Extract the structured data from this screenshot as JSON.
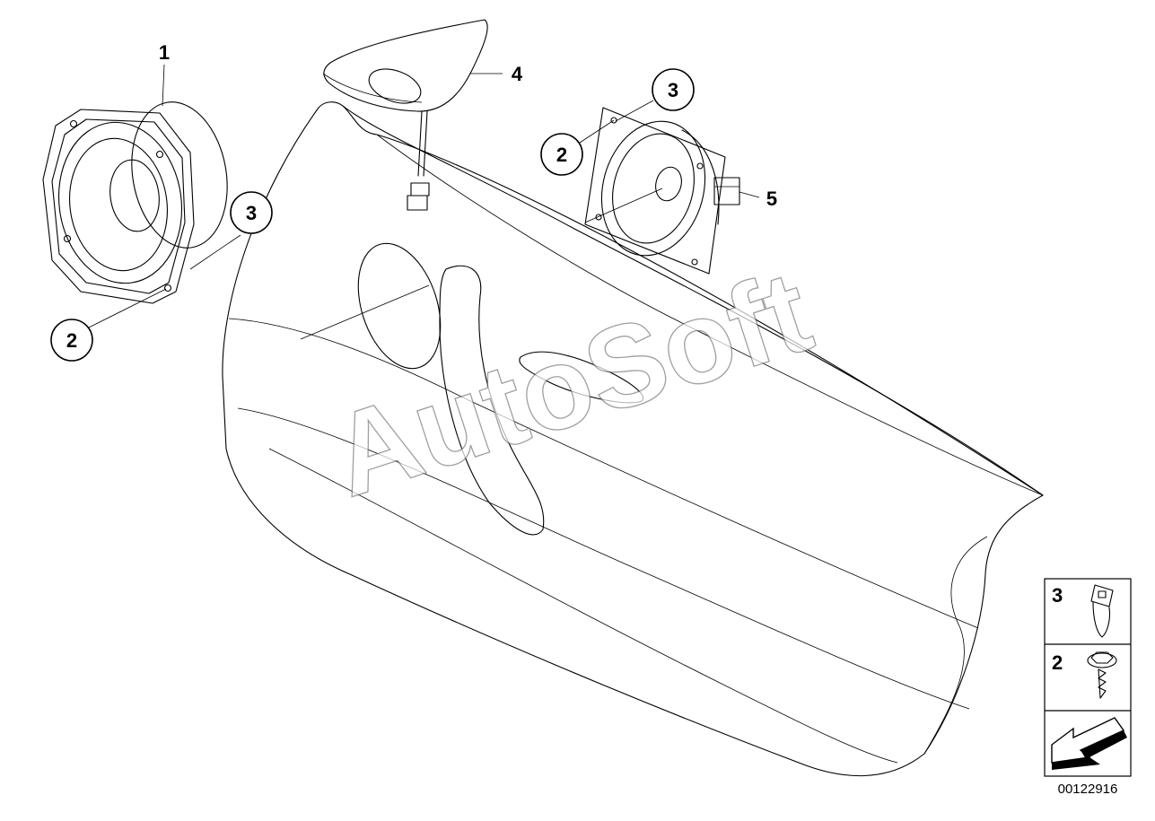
{
  "callouts": [
    {
      "id": "c1",
      "label": "1",
      "circled": false
    },
    {
      "id": "c2a",
      "label": "2",
      "circled": true
    },
    {
      "id": "c3a",
      "label": "3",
      "circled": true
    },
    {
      "id": "c4",
      "label": "4",
      "circled": false
    },
    {
      "id": "c3b",
      "label": "3",
      "circled": true
    },
    {
      "id": "c2b",
      "label": "2",
      "circled": true
    },
    {
      "id": "c5",
      "label": "5",
      "circled": false
    }
  ],
  "legend": {
    "rows": [
      {
        "label": "3",
        "part": "clip-nut"
      },
      {
        "label": "2",
        "part": "screw"
      }
    ],
    "nav": "arrow-icon"
  },
  "watermark": "AutoSoft",
  "drawing_number": "00122916"
}
